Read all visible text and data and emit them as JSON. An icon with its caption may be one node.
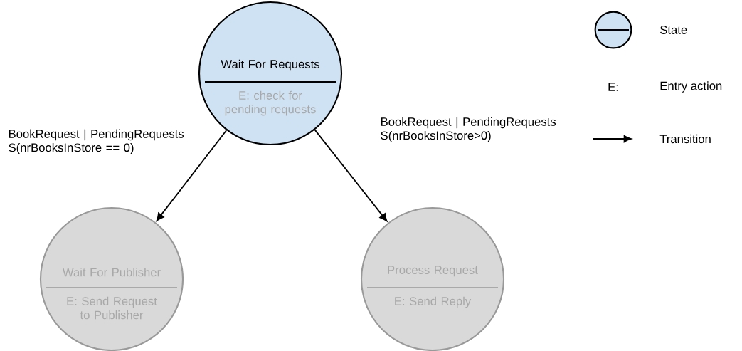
{
  "diagram": {
    "nodes": [
      {
        "text": [
          "Wait For Requests",
          "E: check for pending requests"
        ]
      },
      {
        "text": [
          "Wait For Publisher",
          "E: Send Request to Publisher"
        ]
      },
      {
        "text": [
          "Process Request",
          "E: Send Reply"
        ]
      }
    ],
    "edges": [
      {
        "from": 0,
        "to": 1,
        "arrow": "to",
        "label": "BookRequest | PendingRequests S(nrBooksInStore == 0)"
      },
      {
        "from": 0,
        "to": 2,
        "arrow": "to",
        "label": "BookRequest | PendingRequests S(nrBooksInStore>0)"
      }
    ],
    "labels": [
      "E:"
    ],
    "legend": [
      {
        "text": "State"
      },
      {
        "text": "Entry action"
      },
      {
        "text": "Transition"
      }
    ]
  }
}
